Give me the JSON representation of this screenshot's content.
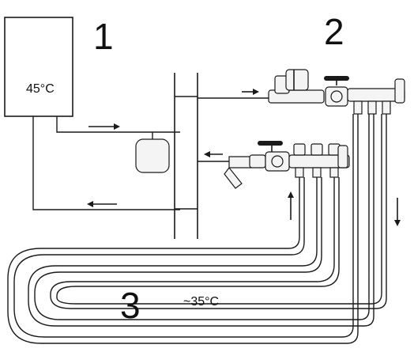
{
  "labels": {
    "boiler_number": "1",
    "manifold_number": "2",
    "floor_loop_number": "3",
    "boiler_temperature": "45°C",
    "floor_temperature": "~35°C"
  },
  "colors": {
    "line": "#1a1a1a",
    "background": "#ffffff",
    "device_fill": "#f4f4f4"
  },
  "icons": {
    "arrow": "arrow-icon",
    "valve": "ball-valve-icon",
    "pump": "circulation-pump-icon",
    "expansion_tank": "expansion-tank-icon",
    "filter": "strainer-icon"
  }
}
